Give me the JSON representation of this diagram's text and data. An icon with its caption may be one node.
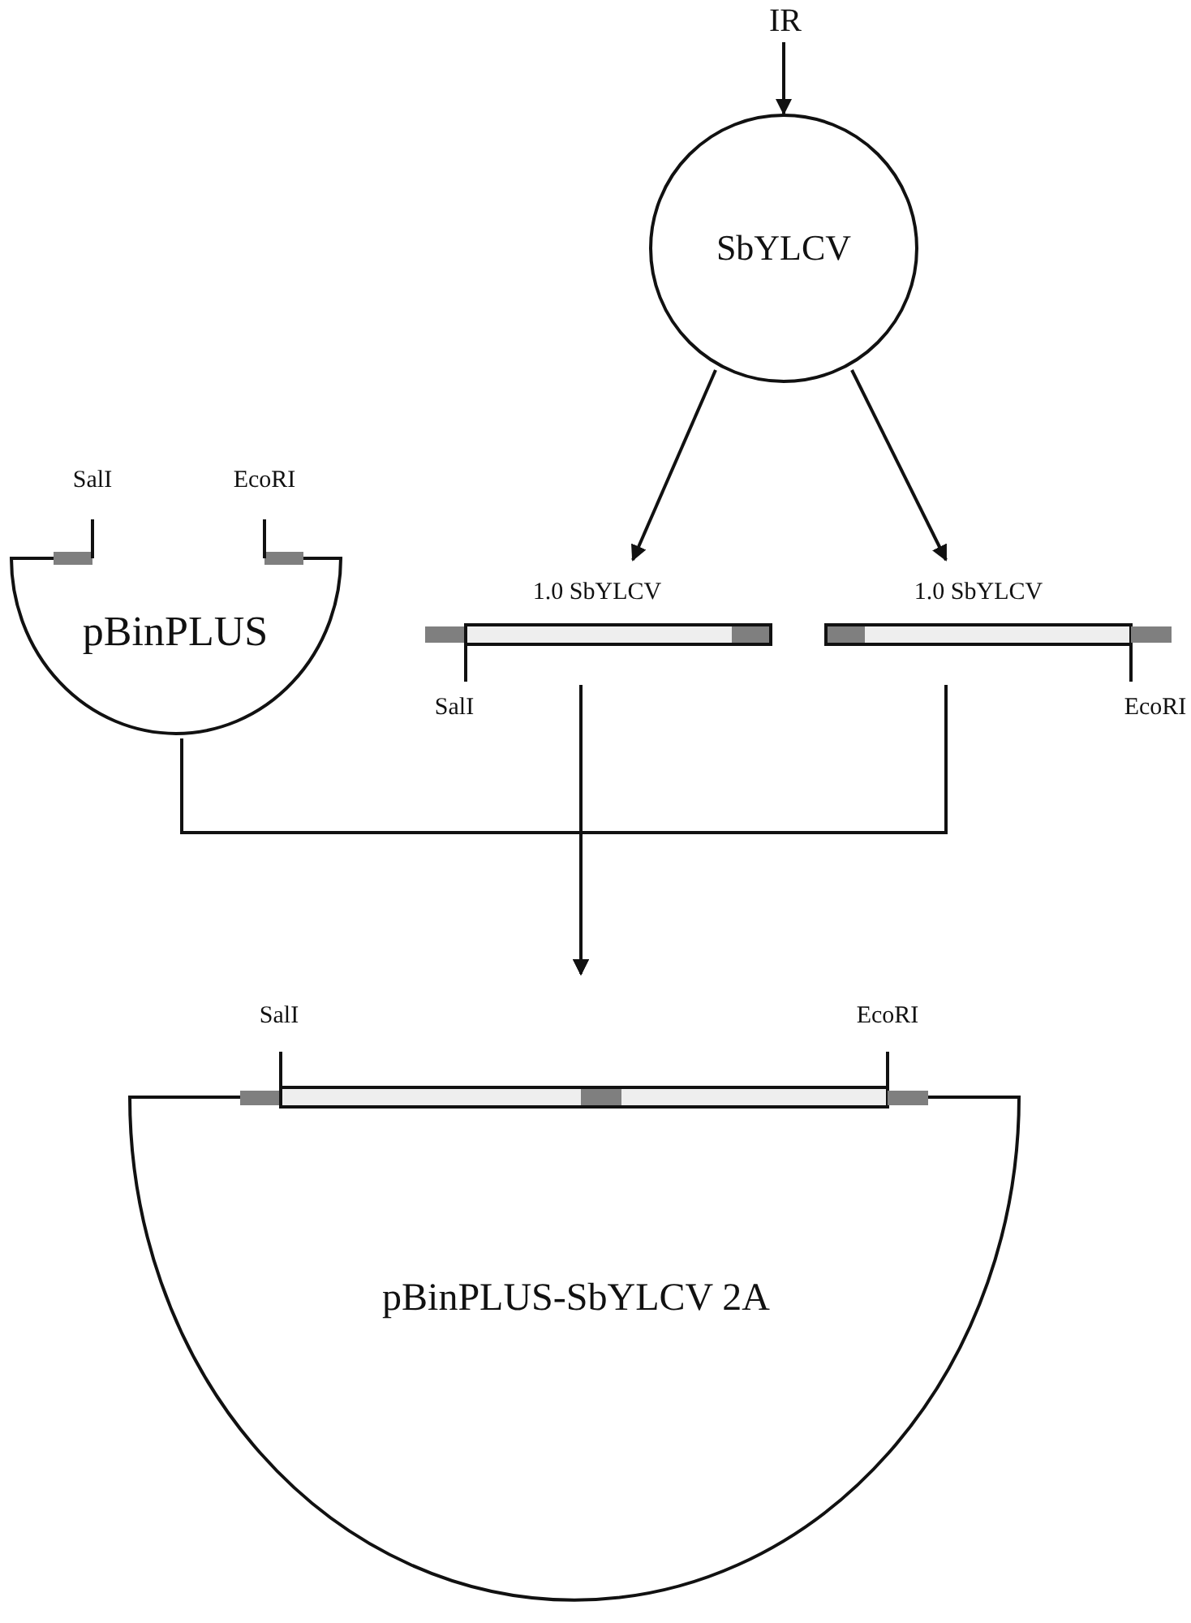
{
  "diagram": {
    "nodes": [
      {
        "text": [
          "IR"
        ]
      },
      {
        "text": [
          "SbYLCV"
        ]
      },
      {
        "text": [
          "pBinPLUS"
        ]
      },
      {
        "text": [
          "1.0 SbYLCV"
        ]
      },
      {
        "text": [
          "1.0 SbYLCV"
        ]
      },
      {
        "text": [
          "pBinPLUS-SbYLCV 2A"
        ]
      }
    ],
    "edges": [
      {
        "from": 0,
        "to": 1,
        "arrow": "to"
      },
      {
        "from": 1,
        "to": 3,
        "arrow": "to"
      },
      {
        "from": 1,
        "to": 4,
        "arrow": "to"
      },
      {
        "from": 2,
        "to": 5,
        "arrow": "to"
      },
      {
        "from": 3,
        "to": 5,
        "arrow": "to"
      },
      {
        "from": 4,
        "to": 5,
        "arrow": "to"
      }
    ],
    "labels": [
      "SalI",
      "EcoRI",
      "SalI",
      "EcoRI",
      "SalI",
      "EcoRI"
    ]
  }
}
